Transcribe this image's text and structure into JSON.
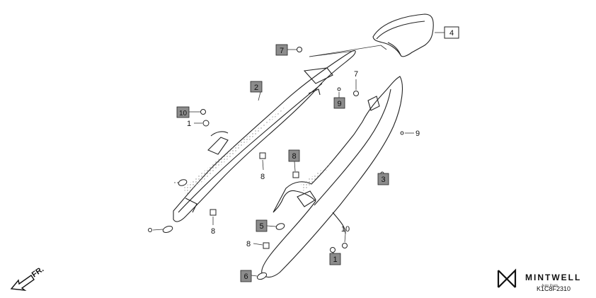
{
  "diagram": {
    "callouts": [
      {
        "id": "c2",
        "label": "2",
        "style": "box"
      },
      {
        "id": "c7a",
        "label": "7",
        "style": "box"
      },
      {
        "id": "c7b",
        "label": "7",
        "style": "plain"
      },
      {
        "id": "c4",
        "label": "4",
        "style": "box-outline"
      },
      {
        "id": "c10a",
        "label": "10",
        "style": "box"
      },
      {
        "id": "c1a",
        "label": "1",
        "style": "plain"
      },
      {
        "id": "c9a",
        "label": "9",
        "style": "box"
      },
      {
        "id": "c9b",
        "label": "9",
        "style": "plain"
      },
      {
        "id": "c8a",
        "label": "8",
        "style": "box"
      },
      {
        "id": "c8b",
        "label": "8",
        "style": "plain"
      },
      {
        "id": "c8c",
        "label": "8",
        "style": "plain"
      },
      {
        "id": "c8d",
        "label": "8",
        "style": "plain"
      },
      {
        "id": "c3",
        "label": "3",
        "style": "box"
      },
      {
        "id": "c5",
        "label": "5",
        "style": "box"
      },
      {
        "id": "c10b",
        "label": "10",
        "style": "plain"
      },
      {
        "id": "c1b",
        "label": "1",
        "style": "box"
      },
      {
        "id": "c6",
        "label": "6",
        "style": "box"
      }
    ],
    "front_marker": "FR.",
    "brand": {
      "name": "MINTWELL",
      "code": "K1C8F2310",
      "tagline": "Auto Parts"
    },
    "colors": {
      "line": "#222222",
      "box_fill": "#8c8c8c",
      "hatch": "#9a9a9a"
    }
  }
}
